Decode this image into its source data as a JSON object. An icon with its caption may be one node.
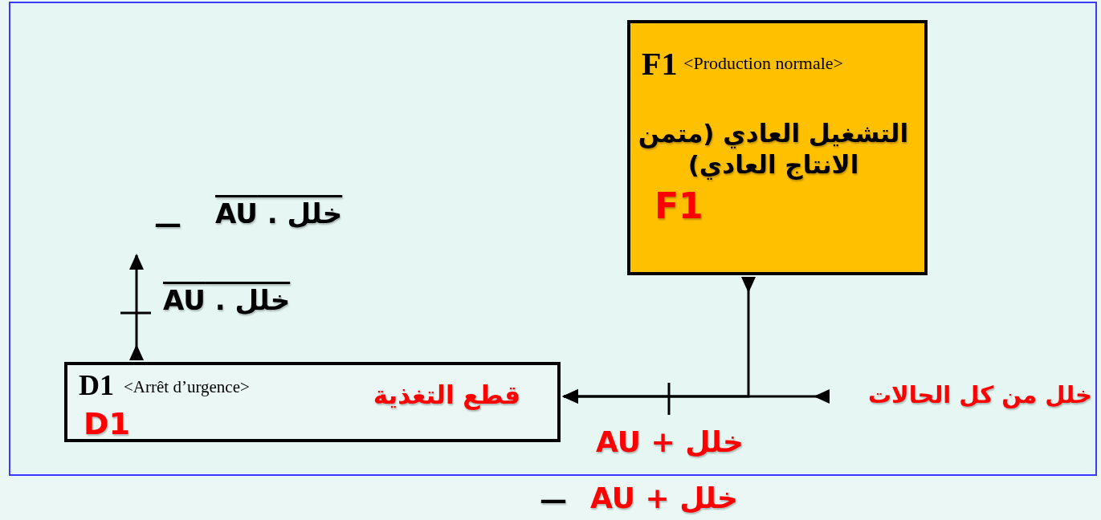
{
  "diagram": {
    "nodes": [
      {
        "text": [
          "F1",
          "<Production normale>",
          "التشغيل العادي (متمن الانتاج العادي)",
          "F1"
        ]
      },
      {
        "text": [
          "D1",
          "<Arrêt d’urgence>",
          "D1",
          "قطع التغذية"
        ]
      },
      {
        "text": [
          "خلل من كل الحالات"
        ]
      }
    ],
    "edges": [
      {
        "from": 2,
        "to": 1,
        "arrow": "to",
        "label": "خلل + AU"
      },
      {
        "from": 0,
        "to": 1,
        "arrow": "to"
      },
      {
        "from": 1,
        "to": null,
        "arrow": "to",
        "label": "خلل . AU"
      }
    ],
    "labels": [
      "خلل . AU",
      "—",
      "خلل + AU",
      "—"
    ]
  }
}
